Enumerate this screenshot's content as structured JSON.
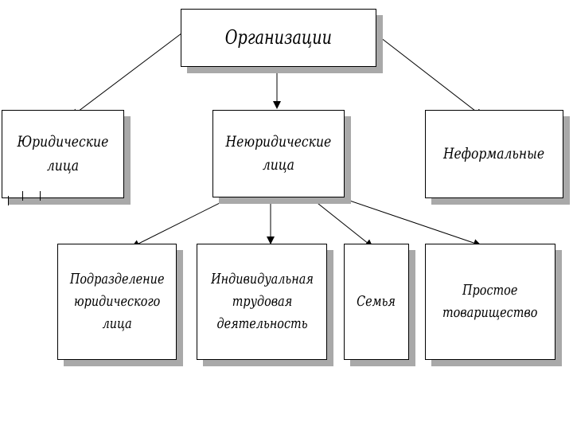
{
  "diagram": {
    "root": {
      "label": "Организации"
    },
    "level1": [
      {
        "id": "legal",
        "label": "Юридические\nлица"
      },
      {
        "id": "nonlegal",
        "label": "Неюридические\nлица"
      },
      {
        "id": "informal",
        "label": "Неформальные"
      }
    ],
    "level2": [
      {
        "id": "subdivision",
        "label": "Подразделение\nюридического\nлица"
      },
      {
        "id": "individual",
        "label": "Индивидуальная\nтрудовая\nдеятельность"
      },
      {
        "id": "family",
        "label": "Семья"
      },
      {
        "id": "partnership",
        "label": "Простое\nтоварищество"
      }
    ],
    "edges": [
      {
        "from": "root",
        "to": "legal"
      },
      {
        "from": "root",
        "to": "nonlegal"
      },
      {
        "from": "root",
        "to": "informal"
      },
      {
        "from": "nonlegal",
        "to": "subdivision"
      },
      {
        "from": "nonlegal",
        "to": "individual"
      },
      {
        "from": "nonlegal",
        "to": "family"
      },
      {
        "from": "nonlegal",
        "to": "partnership"
      }
    ],
    "colors": {
      "box_border": "#000000",
      "box_shadow": "#a9a9a9",
      "line": "#000000",
      "background": "#ffffff"
    }
  }
}
